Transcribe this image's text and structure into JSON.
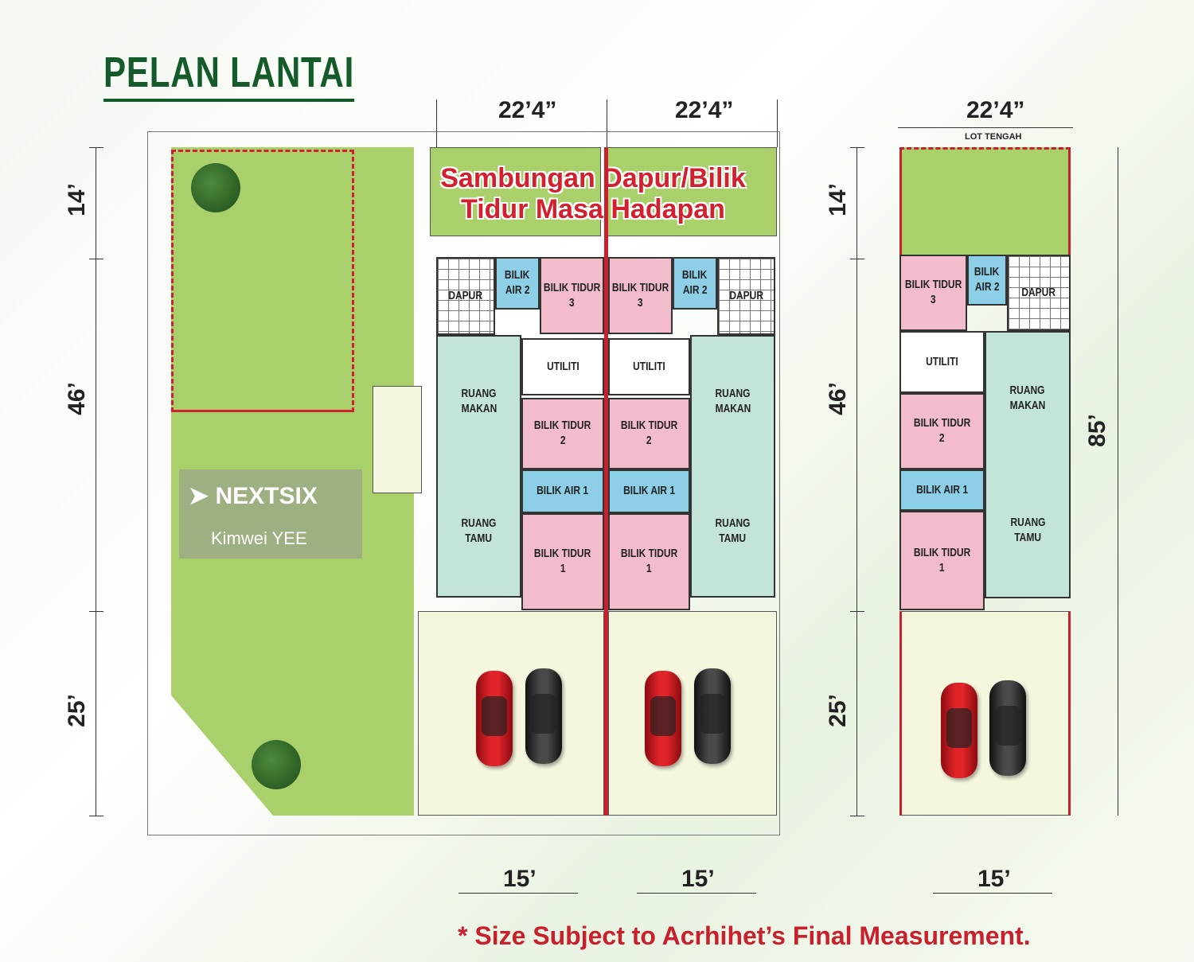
{
  "title": "PELAN LANTAI",
  "dimensions": {
    "width_left": "22’4”",
    "width_right": "22’4”",
    "width_intermediate": "22’4”",
    "depth_front": "14’",
    "depth_house": "46’",
    "depth_porch": "25’",
    "depth_total": "85’",
    "gate_left": "15’",
    "gate_right": "15’",
    "gate_intermediate": "15’"
  },
  "extension_note": [
    "Sambungan Dapur/Bilik",
    "Tidur Masa Hadapan"
  ],
  "lot_label": "LOT TENGAH",
  "rooms": {
    "dapur": "DAPUR",
    "bilik_air_2": [
      "BILIK",
      "AIR 2"
    ],
    "bilik_tidur_3": [
      "BILIK TIDUR",
      "3"
    ],
    "utiliti": "UTILITI",
    "ruang_makan": [
      "RUANG",
      "MAKAN"
    ],
    "bilik_tidur_2": [
      "BILIK TIDUR",
      "2"
    ],
    "bilik_air_1": "BILIK AIR 1",
    "ruang_tamu": [
      "RUANG",
      "TAMU"
    ],
    "bilik_tidur_1": [
      "BILIK TIDUR",
      "1"
    ]
  },
  "footnote": "* Size Subject to Acrhihet’s Final Measurement.",
  "watermark": {
    "brand": "NEXTSIX",
    "agent": "Kimwei YEE"
  },
  "colors": {
    "bedroom": "#f2bccb",
    "bathroom": "#8ccfe6",
    "living": "#c2e5d8",
    "garden": "#a9d06b",
    "title": "#155a2a",
    "note": "#c8202c"
  }
}
